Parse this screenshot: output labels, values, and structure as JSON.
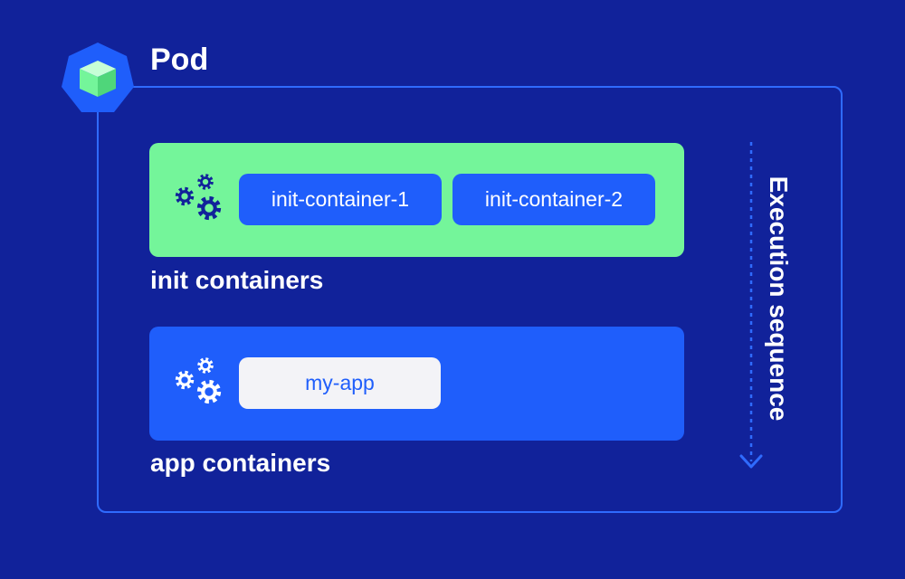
{
  "pod": {
    "title": "Pod",
    "icon": "cube-icon"
  },
  "init": {
    "label": "init containers",
    "icon": "gears-icon",
    "containers": [
      "init-container-1",
      "init-container-2"
    ]
  },
  "app": {
    "label": "app containers",
    "icon": "gears-icon",
    "containers": [
      "my-app"
    ]
  },
  "sequence": {
    "label": "Execution sequence",
    "icon": "arrow-down-icon"
  },
  "colors": {
    "background": "#11229a",
    "accent_blue": "#1f5efb",
    "init_green": "#74f59a",
    "gear_navy": "#11229a",
    "white": "#ffffff"
  }
}
